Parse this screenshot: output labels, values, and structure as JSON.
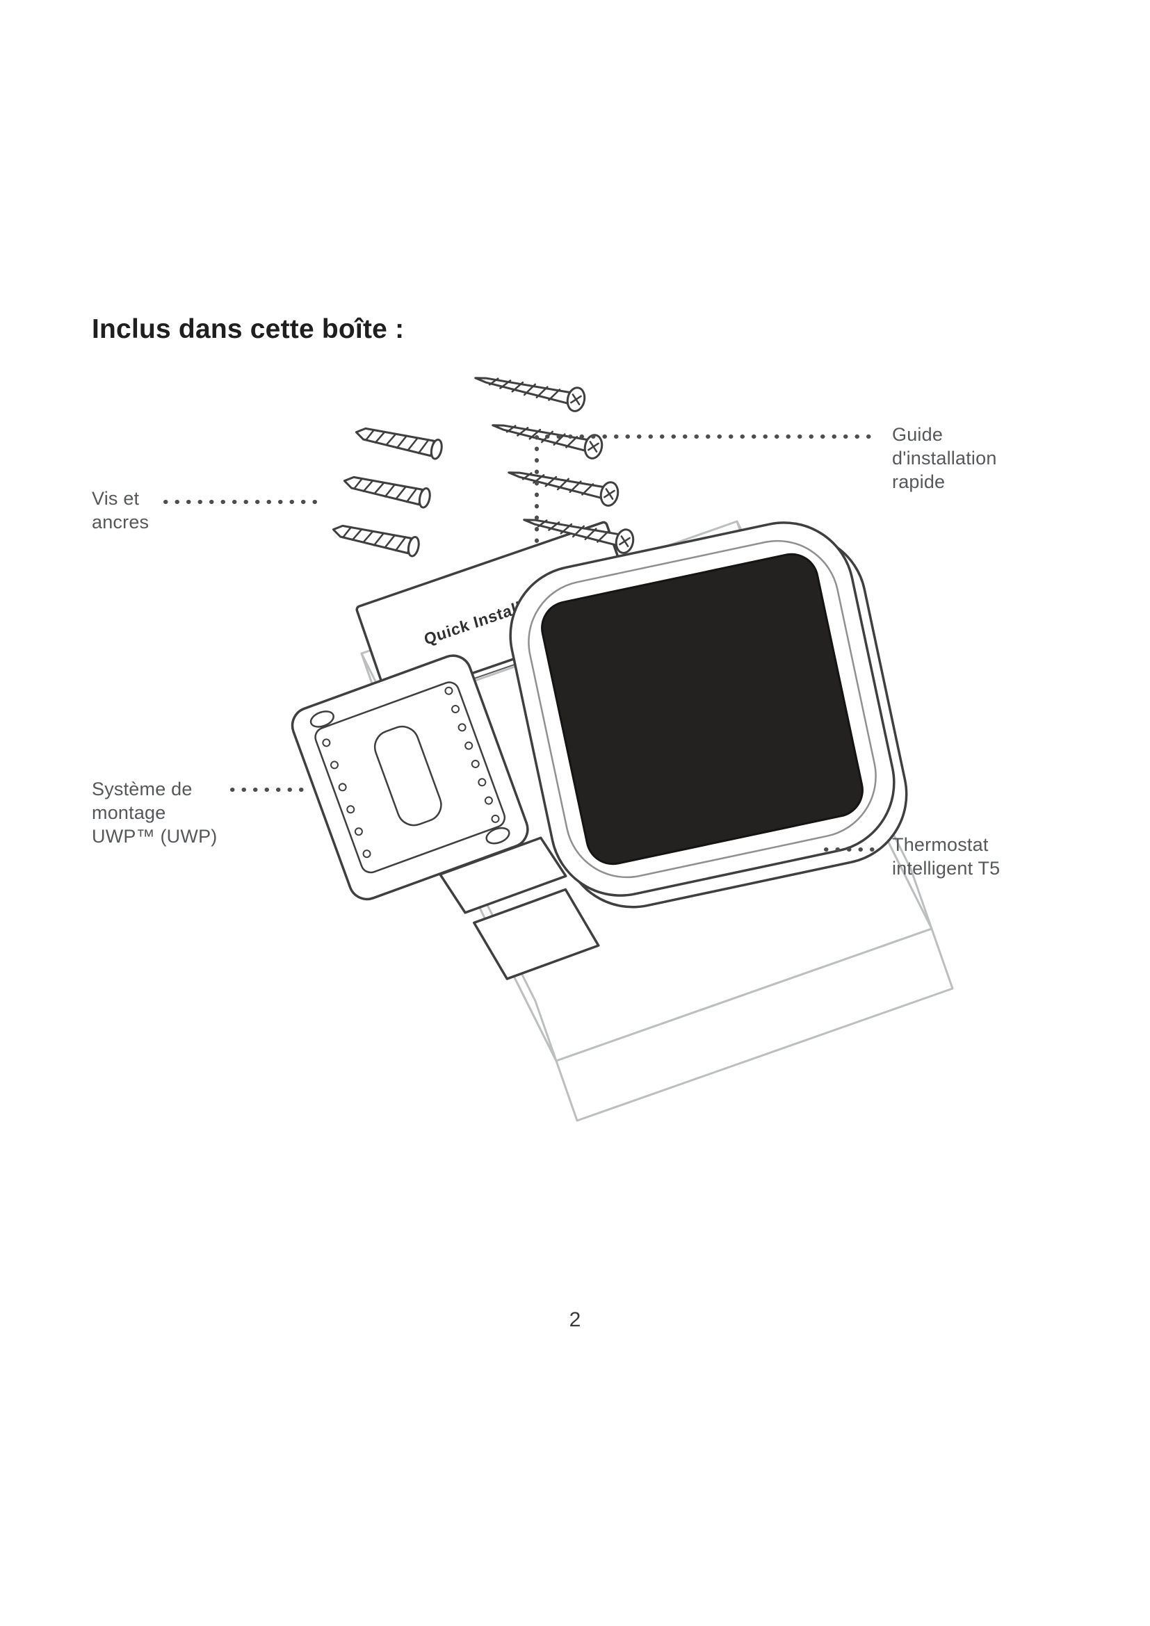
{
  "page": {
    "heading": "Inclus dans cette boîte :",
    "page_number": "2"
  },
  "diagram": {
    "booklet_text": "Quick Install Guide",
    "labels": {
      "screws_anchors": {
        "line1": "Vis et",
        "line2": "ancres"
      },
      "quick_guide": {
        "line1": "Guide",
        "line2": "d'installation",
        "line3": "rapide"
      },
      "uwp_mount": {
        "line1": "Système de",
        "line2": "montage",
        "line3": "UWP™ (UWP)"
      },
      "thermostat": {
        "line1": "Thermostat",
        "line2": "intelligent T5"
      }
    },
    "colors": {
      "ink": "#3f3f3f",
      "box_line": "#bcbec0",
      "screen": "#242121",
      "label_text": "#56575b"
    }
  }
}
